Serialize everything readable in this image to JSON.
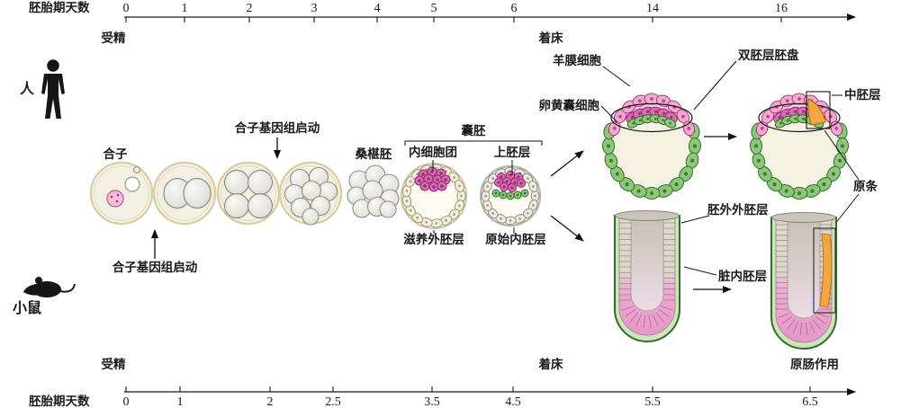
{
  "top_axis": {
    "label": "胚胎期天数",
    "ticks": [
      "0",
      "1",
      "2",
      "3",
      "4",
      "5",
      "6",
      "14",
      "16"
    ],
    "events": {
      "fertilization": "受精",
      "implantation": "着床"
    }
  },
  "bottom_axis": {
    "label": "胚胎期天数",
    "ticks": [
      "0",
      "1",
      "2",
      "2.5",
      "3.5",
      "4.5",
      "5.5",
      "6.5"
    ],
    "events": {
      "fertilization": "受精",
      "implantation": "着床",
      "gastrulation": "原肠作用"
    }
  },
  "organisms": {
    "human": "人",
    "mouse": "小鼠"
  },
  "stage_labels": {
    "zygote": "合子",
    "zga_human": "合子基因组启动",
    "zga_mouse": "合子基因组启动",
    "morula": "桑椹胚",
    "blastocyst": "囊胚",
    "inner_cell_mass": "内细胞团",
    "epiblast": "上胚层",
    "trophectoderm": "滋养外胚层",
    "primitive_endoderm": "原始内胚层"
  },
  "human_embryo_labels": {
    "amnion_cells": "羊膜细胞",
    "bilaminar_disc": "双胚层胚盘",
    "yolk_sac_cells": "卵黄囊细胞",
    "mesoderm": "中胚层",
    "primitive_streak": "原条"
  },
  "mouse_embryo_labels": {
    "extraembryonic_ectoderm": "胚外外胚层",
    "visceral_endoderm": "脏内胚层"
  },
  "colors": {
    "text": "#1a1a1a",
    "zona": "#d8cfa4",
    "cell_fill": "#e9e8e2",
    "cell_stroke": "#8f8f88",
    "icm_fill": "#d96ab4",
    "icm_stroke": "#8d2a68",
    "amnion_fill": "#f2aacf",
    "amnion_stroke": "#b0387e",
    "green_fill": "#8cc878",
    "green_stroke": "#2e6e2a",
    "orange": "#f2a63e",
    "orange_stroke": "#a8690f",
    "cream": "#f6f2e2",
    "tube_gray": "#dcd8cd",
    "tube_pink": "#eeaad4"
  }
}
